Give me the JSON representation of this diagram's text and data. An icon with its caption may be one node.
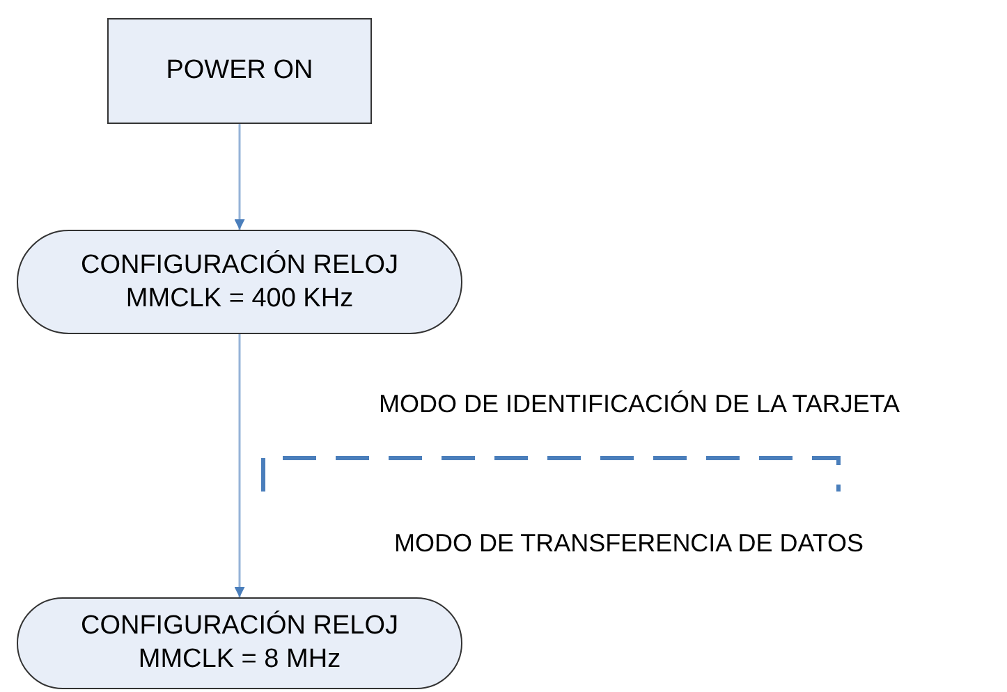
{
  "diagram": {
    "nodes": [
      {
        "text": [
          "POWER ON"
        ]
      },
      {
        "text": [
          "CONFIGURACIÓN RELOJ",
          "MMCLK = 400 KHz"
        ]
      },
      {
        "text": [
          "CONFIGURACIÓN RELOJ",
          "MMCLK = 8 MHz"
        ]
      }
    ],
    "edges": [
      {
        "from": 0,
        "to": 1,
        "arrow": "to"
      },
      {
        "from": 1,
        "to": 2,
        "arrow": "to"
      }
    ],
    "labels": [
      "MODO DE IDENTIFICACIÓN DE LA TARJETA",
      "MODO DE TRANSFERENCIA DE DATOS"
    ]
  }
}
